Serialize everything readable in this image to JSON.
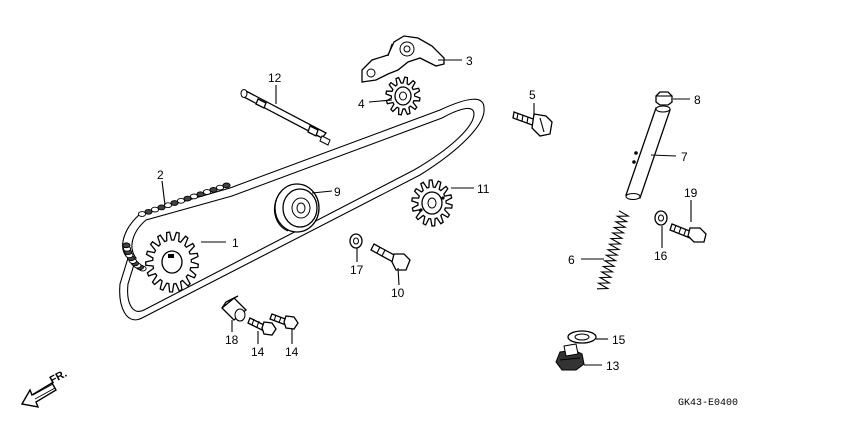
{
  "parts": [
    {
      "number": "1"
    },
    {
      "number": "2"
    },
    {
      "number": "3"
    },
    {
      "number": "4"
    },
    {
      "number": "5"
    },
    {
      "number": "6"
    },
    {
      "number": "7"
    },
    {
      "number": "8"
    },
    {
      "number": "9"
    },
    {
      "number": "10"
    },
    {
      "number": "11"
    },
    {
      "number": "12"
    },
    {
      "number": "13"
    },
    {
      "number": "14"
    },
    {
      "number": "14"
    },
    {
      "number": "15"
    },
    {
      "number": "16"
    },
    {
      "number": "17"
    },
    {
      "number": "18"
    },
    {
      "number": "19"
    }
  ],
  "direction_label": "FR.",
  "diagram_code": "GK43-E0400"
}
